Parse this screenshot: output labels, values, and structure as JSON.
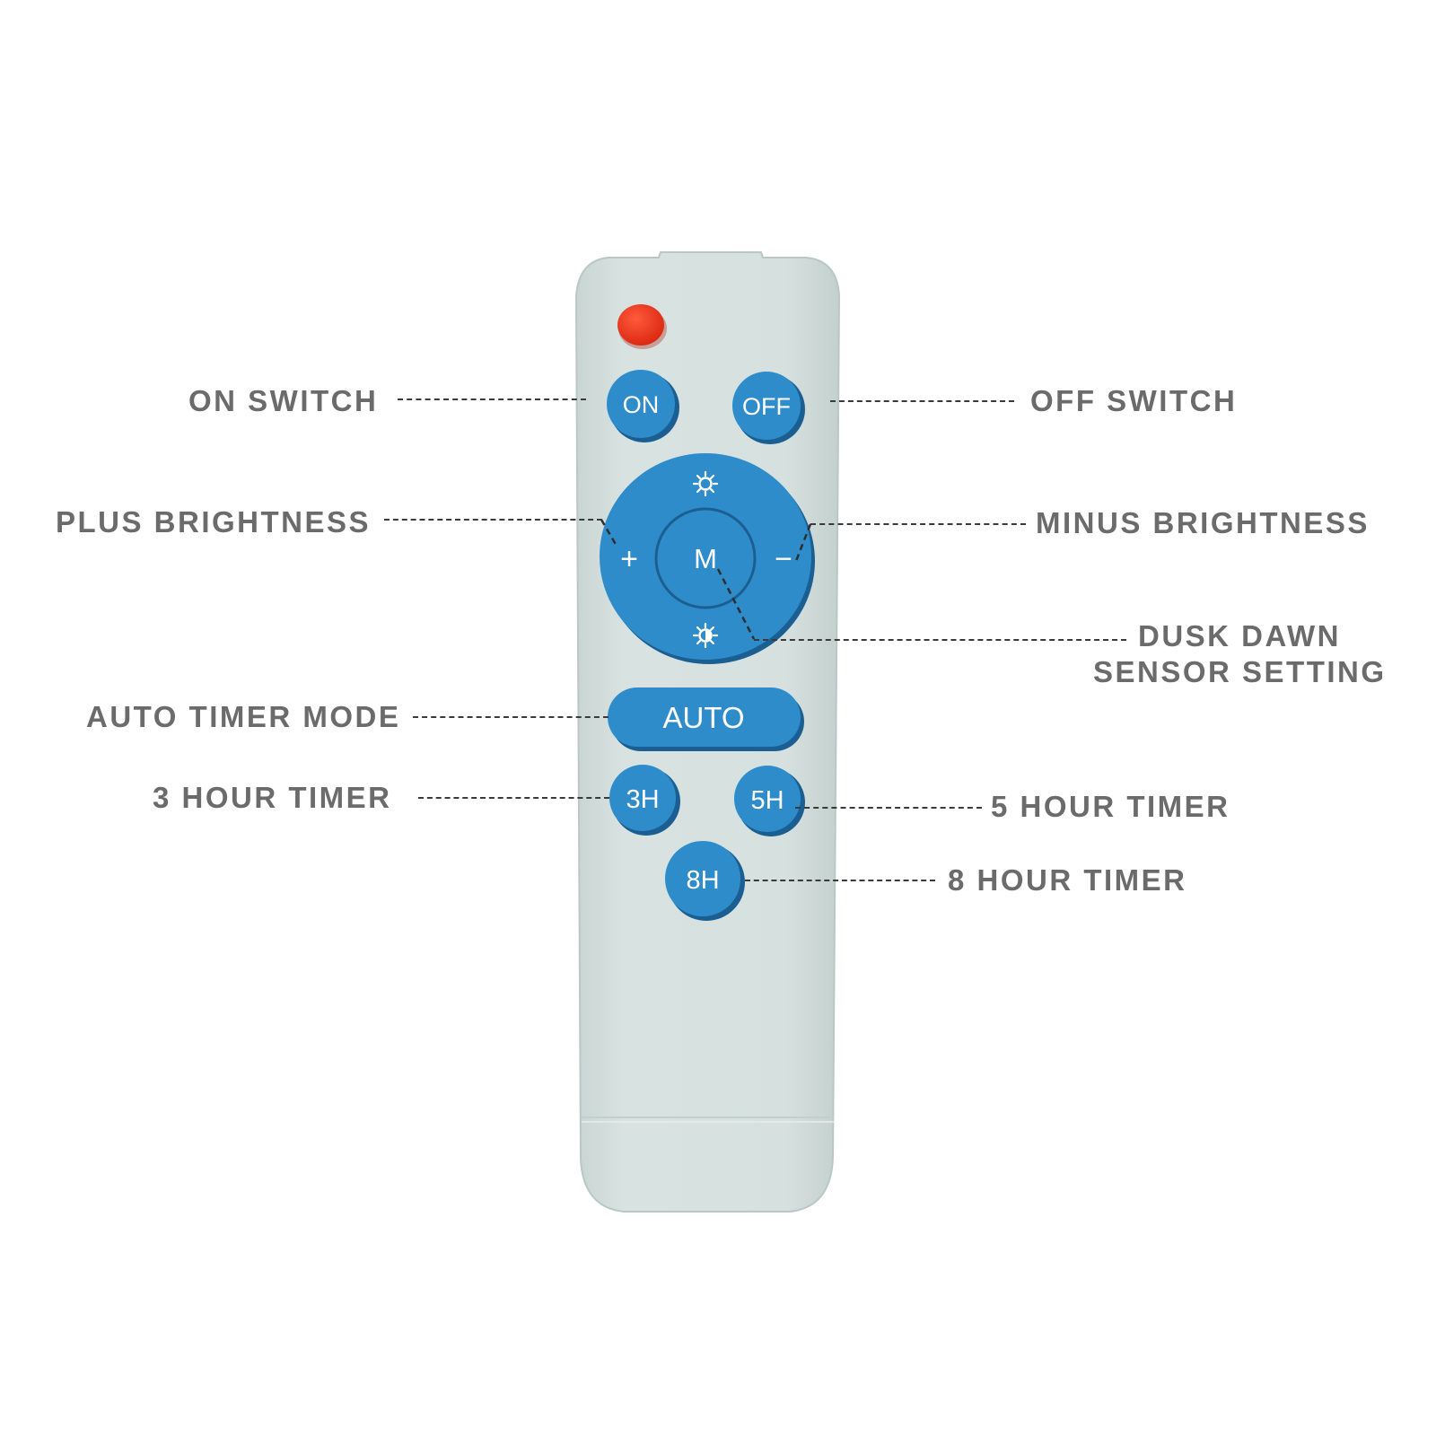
{
  "colors": {
    "remote_body": "#d4dfdd",
    "remote_edge": "#bac8c6",
    "button_blue": "#2f8ccb",
    "button_shadow": "#1b5f92",
    "power_led": "#e6301c",
    "label_text": "#6b6b6b",
    "leader_line": "#3a3a3a"
  },
  "remote": {
    "indicator_icon": "red-led-icon",
    "buttons": {
      "on": "ON",
      "off": "OFF",
      "mode": "M",
      "plus": "+",
      "minus": "−",
      "auto": "AUTO",
      "three_hour": "3H",
      "five_hour": "5H",
      "eight_hour": "8H"
    },
    "dial_top_icon": "sun-icon",
    "dial_bottom_icon": "half-sun-icon"
  },
  "callouts": {
    "on_switch": "ON SWITCH",
    "off_switch": "OFF SWITCH",
    "plus_brightness": "PLUS BRIGHTNESS",
    "minus_brightness": "MINUS BRIGHTNESS",
    "dusk_dawn_line1": "DUSK DAWN",
    "dusk_dawn_line2": "SENSOR SETTING",
    "auto_timer_mode": "AUTO TIMER MODE",
    "three_hour_timer": "3 HOUR TIMER",
    "five_hour_timer": "5 HOUR TIMER",
    "eight_hour_timer": "8 HOUR TIMER"
  }
}
